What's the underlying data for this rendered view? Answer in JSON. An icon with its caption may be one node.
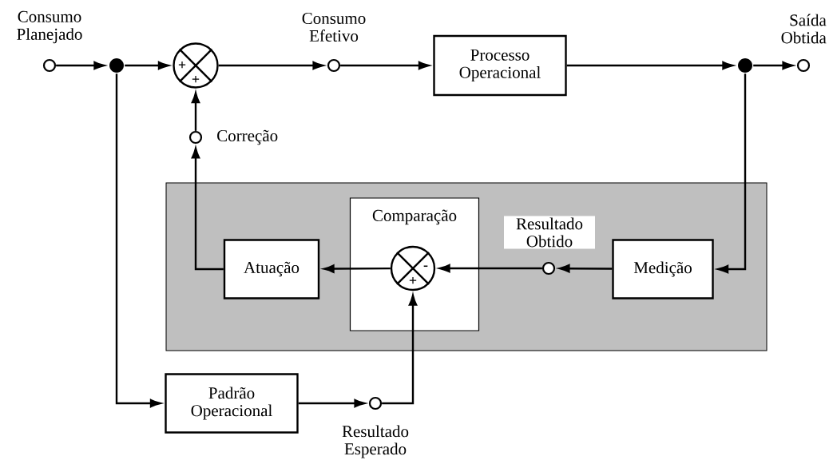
{
  "diagram": {
    "nodes": [
      {
        "text": [],
        "shape": "circle",
        "beside": [
          "Consumo Planejado"
        ]
      },
      {
        "text": [],
        "shape": "dot"
      },
      {
        "text": [
          "+",
          "+"
        ]
      },
      {
        "text": [],
        "shape": "circle",
        "beside": [
          "Consumo Efetivo"
        ]
      },
      {
        "text": [
          "Processo Operacional"
        ]
      },
      {
        "text": [],
        "shape": "dot"
      },
      {
        "text": [],
        "shape": "circle",
        "beside": [
          "Saída Obtida"
        ]
      },
      {
        "text": [],
        "shape": "circle",
        "beside": [
          "Correção"
        ]
      },
      {
        "text": [],
        "shape": "box"
      },
      {
        "text": [
          "Comparação"
        ],
        "in": 8
      },
      {
        "text": [
          "-",
          "+"
        ],
        "in": 9
      },
      {
        "text": [
          "Atuação"
        ],
        "in": 8
      },
      {
        "text": [],
        "shape": "circle",
        "beside": [
          "Resultado Obtido"
        ],
        "in": 8
      },
      {
        "text": [
          "Medição"
        ],
        "in": 8
      },
      {
        "text": [
          "Padrão Operacional"
        ]
      },
      {
        "text": [],
        "shape": "circle",
        "beside": [
          "Resultado Esperado"
        ]
      }
    ],
    "edges": [
      {
        "from": 0,
        "to": 1,
        "arrow": "to"
      },
      {
        "from": 1,
        "to": 2,
        "arrow": "to"
      },
      {
        "from": 2,
        "to": 3,
        "arrow": "to"
      },
      {
        "from": 3,
        "to": 4,
        "arrow": "to"
      },
      {
        "from": 4,
        "to": 5,
        "arrow": "to"
      },
      {
        "from": 5,
        "to": 6,
        "arrow": "to"
      },
      {
        "from": 7,
        "to": 2,
        "arrow": "to"
      },
      {
        "from": 11,
        "to": 7,
        "arrow": "to"
      },
      {
        "from": 5,
        "to": 13,
        "arrow": "to"
      },
      {
        "from": 13,
        "to": 12,
        "arrow": "to"
      },
      {
        "from": 12,
        "to": 10,
        "arrow": "to"
      },
      {
        "from": 10,
        "to": 11,
        "arrow": "to"
      },
      {
        "from": 1,
        "to": 14,
        "arrow": "to"
      },
      {
        "from": 14,
        "to": 15,
        "arrow": "to"
      },
      {
        "from": 15,
        "to": 10,
        "arrow": "to"
      }
    ]
  }
}
